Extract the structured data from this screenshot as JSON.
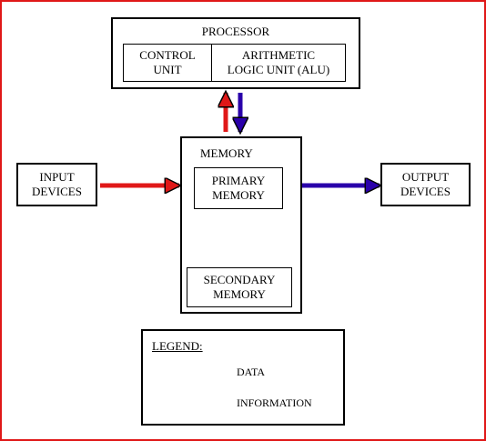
{
  "processor": {
    "title": "PROCESSOR",
    "control_unit": "CONTROL\nUNIT",
    "alu": "ARITHMETIC\nLOGIC UNIT (ALU)"
  },
  "memory": {
    "title": "MEMORY",
    "primary": "PRIMARY\nMEMORY",
    "secondary": "SECONDARY\nMEMORY"
  },
  "input_devices": "INPUT\nDEVICES",
  "output_devices": "OUTPUT\nDEVICES",
  "legend": {
    "title": "LEGEND:",
    "data_label": "DATA",
    "information_label": "INFORMATION"
  },
  "colors": {
    "data_arrow": "#e01818",
    "information_arrow": "#2a00aa",
    "frame_border": "#e01818"
  }
}
